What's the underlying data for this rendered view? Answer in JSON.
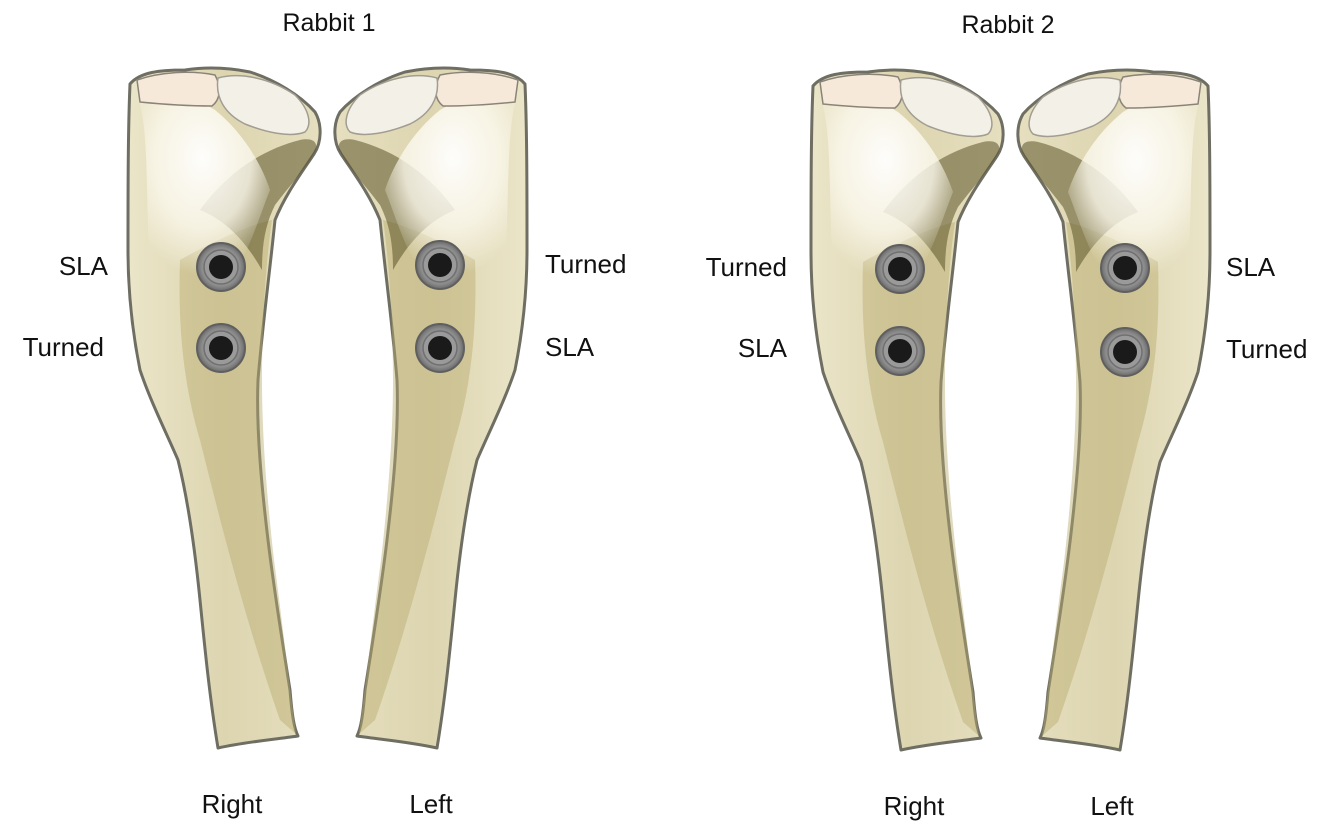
{
  "groups": [
    {
      "title": "Rabbit 1",
      "bones": [
        {
          "side_label": "Right",
          "implants": [
            "SLA",
            "Turned"
          ]
        },
        {
          "side_label": "Left",
          "implants": [
            "Turned",
            "SLA"
          ]
        }
      ]
    },
    {
      "title": "Rabbit 2",
      "bones": [
        {
          "side_label": "Right",
          "implants": [
            "Turned",
            "SLA"
          ]
        },
        {
          "side_label": "Left",
          "implants": [
            "SLA",
            "Turned"
          ]
        }
      ]
    }
  ],
  "colors": {
    "bone_shaft": "#e3dcbc",
    "bone_outline": "#6e6e63",
    "bone_canal": "#b8ab6f",
    "bone_head": "#f7f3e4",
    "bone_shadow": "#5b5428",
    "implant_ring": "#8a8a8a",
    "implant_core": "#1a1a1a"
  },
  "icons": {
    "bone": "femur-bone-icon",
    "implant": "implant-screw-icon"
  }
}
